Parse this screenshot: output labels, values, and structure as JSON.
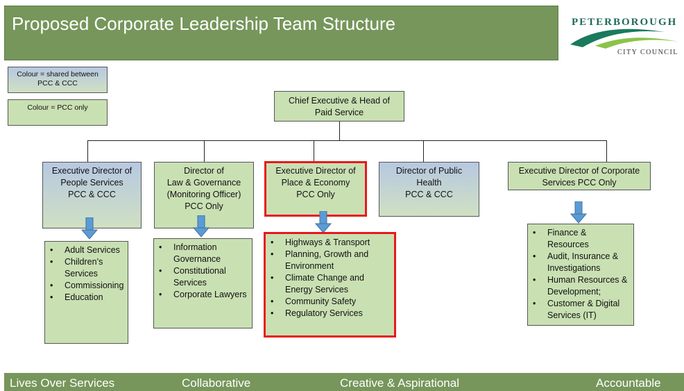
{
  "header": {
    "title": "Proposed Corporate Leadership Team Structure"
  },
  "logo": {
    "top_text": "PETERBOROUGH",
    "bottom_text": "CITY COUNCIL"
  },
  "legend": {
    "shared": "Colour = shared between PCC & CCC",
    "pcc_only": "Colour = PCC only"
  },
  "chief": {
    "line1": "Chief Executive & Head of",
    "line2": "Paid Service"
  },
  "directors": [
    {
      "lines": [
        "Executive Director of",
        "People Services",
        "PCC & CCC"
      ]
    },
    {
      "lines": [
        "Director of",
        "Law & Governance",
        "(Monitoring Officer)",
        "PCC Only"
      ]
    },
    {
      "lines": [
        "Executive Director of",
        "Place & Economy",
        "PCC Only"
      ]
    },
    {
      "lines": [
        "Director of Public",
        "Health",
        "PCC & CCC"
      ]
    },
    {
      "lines": [
        "Executive Director of Corporate",
        "Services PCC Only"
      ]
    }
  ],
  "services": [
    {
      "items": [
        "Adult Services",
        "Children’s Services",
        "Commissioning",
        "Education"
      ]
    },
    {
      "items": [
        "Information Governance",
        "Constitutional Services",
        "Corporate Lawyers"
      ]
    },
    {
      "items": [
        "Highways & Transport",
        "Planning, Growth and Environment",
        "Climate Change and Energy Services",
        "Community Safety",
        "Regulatory Services"
      ]
    },
    {
      "items": [
        "Finance & Resources",
        "Audit, Insurance & Investigations",
        "Human Resources & Development;",
        "Customer  & Digital Services (IT)"
      ]
    }
  ],
  "footer": {
    "values": [
      "Lives Over Services",
      "Collaborative",
      "Creative & Aspirational",
      "Accountable"
    ]
  },
  "colors": {
    "header_green": "#76965b",
    "box_green": "#c9e0b3",
    "shared_blue": "#b7c8e2",
    "highlight_red": "#e8191b",
    "arrow_blue": "#5b9bd5"
  }
}
